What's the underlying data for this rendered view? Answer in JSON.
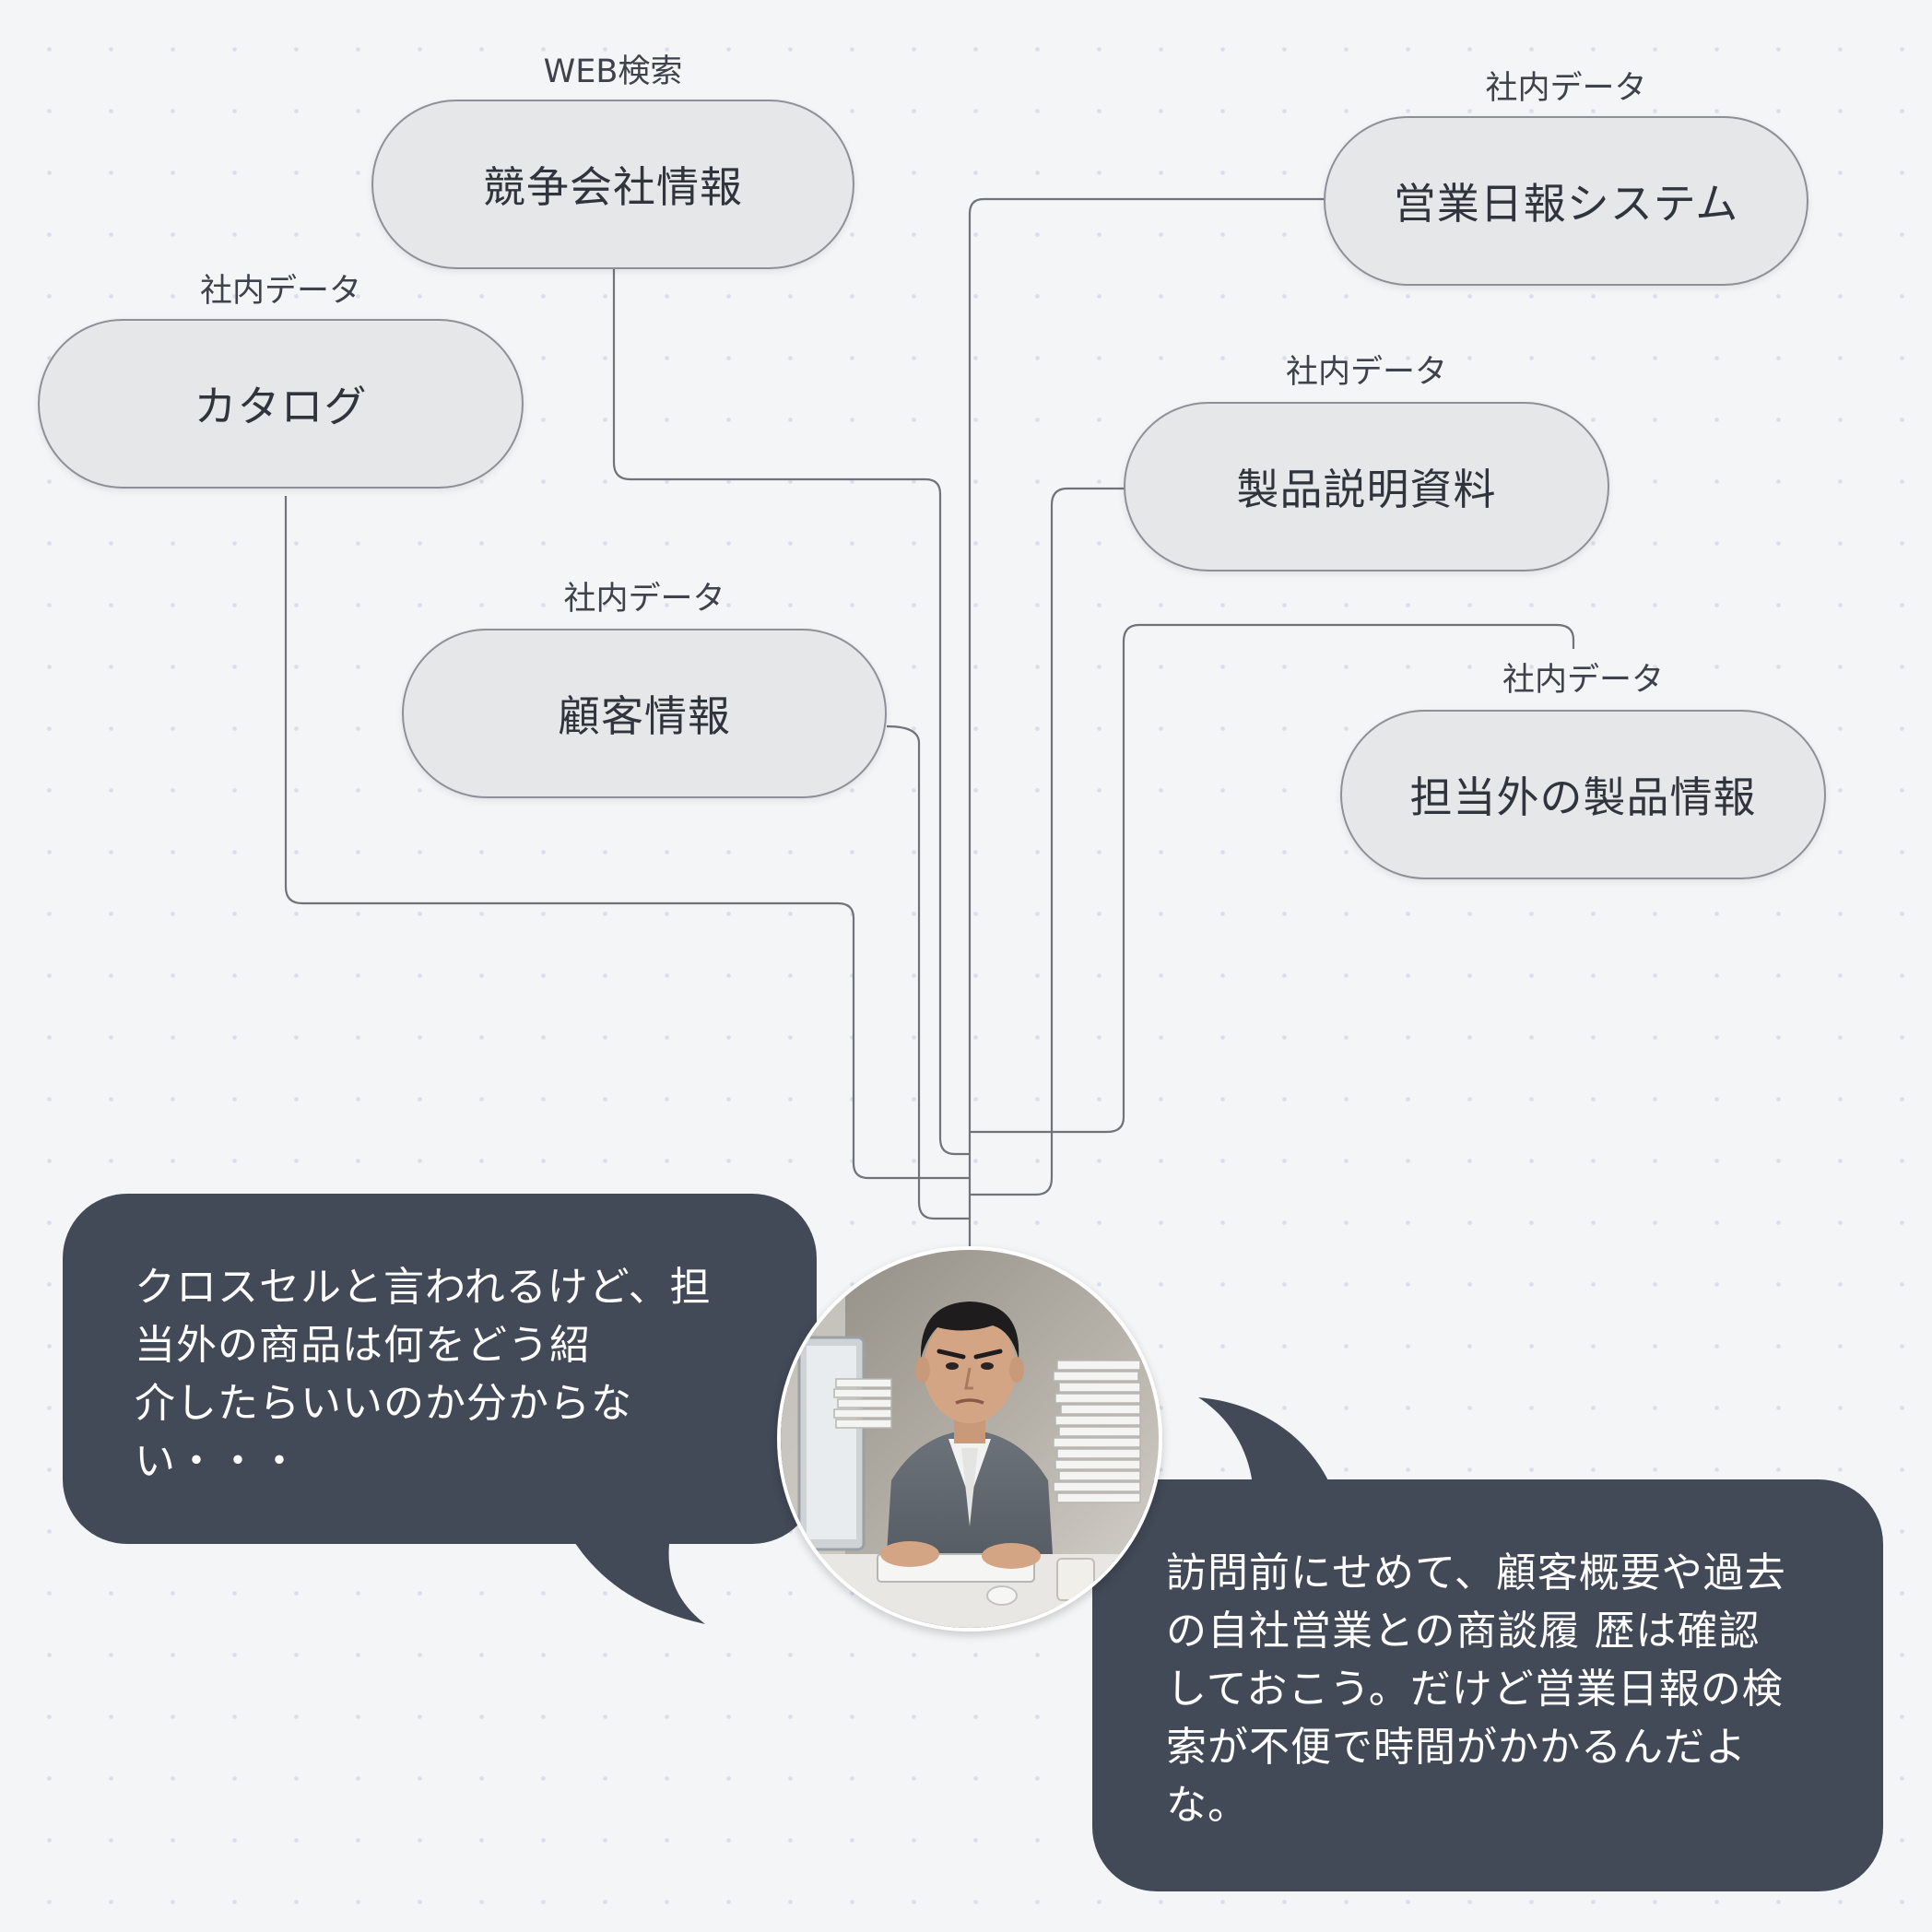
{
  "nodes": [
    {
      "id": "competitor",
      "tag": "WEB検索",
      "label": "競争会社情報"
    },
    {
      "id": "daily-report",
      "tag": "社内データ",
      "label": "営業日報システム"
    },
    {
      "id": "catalog",
      "tag": "社内データ",
      "label": "カタログ"
    },
    {
      "id": "product-docs",
      "tag": "社内データ",
      "label": "製品説明資料"
    },
    {
      "id": "customer",
      "tag": "社内データ",
      "label": "顧客情報"
    },
    {
      "id": "other-products",
      "tag": "社内データ",
      "label": "担当外の製品情報"
    }
  ],
  "bubbles": {
    "left": {
      "lines": [
        "クロスセルと言われるけど、担",
        "当外の商品は何をどう紹",
        "介したらいいのか分からな",
        "い・・・"
      ]
    },
    "right": {
      "lines": [
        "訪問前にせめて、顧客概要や過去",
        "の自社営業との商談履 歴は確認",
        "しておこう。だけど営業日報の検",
        "索が不便で時間がかかるんだよ",
        "な。"
      ]
    }
  },
  "colors": {
    "background": "#f4f5f7",
    "node_fill": "#e6e7e9",
    "node_border": "#8d9097",
    "bubble_fill": "#424957",
    "connector": "#6f737a"
  },
  "avatar": {
    "icon": "stressed-businessman-at-desk-icon"
  }
}
